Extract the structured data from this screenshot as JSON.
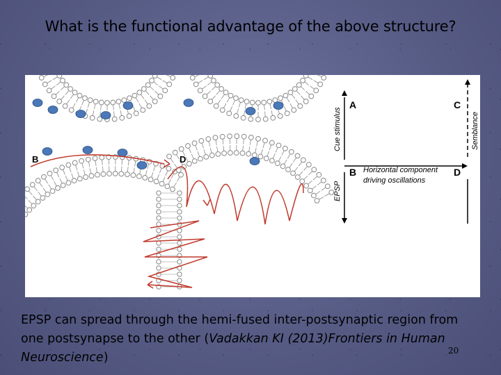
{
  "slide": {
    "title": "What is the functional advantage of the above structure?",
    "number": "20"
  },
  "figure": {
    "left_panel": {
      "label_b": "B",
      "label_d": "D"
    },
    "right_panel": {
      "label_a": "A",
      "label_b": "B",
      "label_c": "C",
      "label_d": "D",
      "cue_stimulus": "Cue stimulus",
      "semblance": "Semblance",
      "epsp": "EPSP",
      "horizontal_line1": "Horizontal component",
      "horizontal_line2": "driving  oscillations"
    },
    "colors": {
      "membrane": "#888888",
      "channel_blue": "#4a78b8",
      "arrow_red": "#c0392b"
    }
  },
  "caption": {
    "text_plain": "EPSP can spread through the hemi-fused inter-postsynaptic region from one postsynapse to the other (",
    "citation_italic": "Vadakkan KI (2013)Frontiers in Human Neuroscience",
    "text_end": ")"
  }
}
